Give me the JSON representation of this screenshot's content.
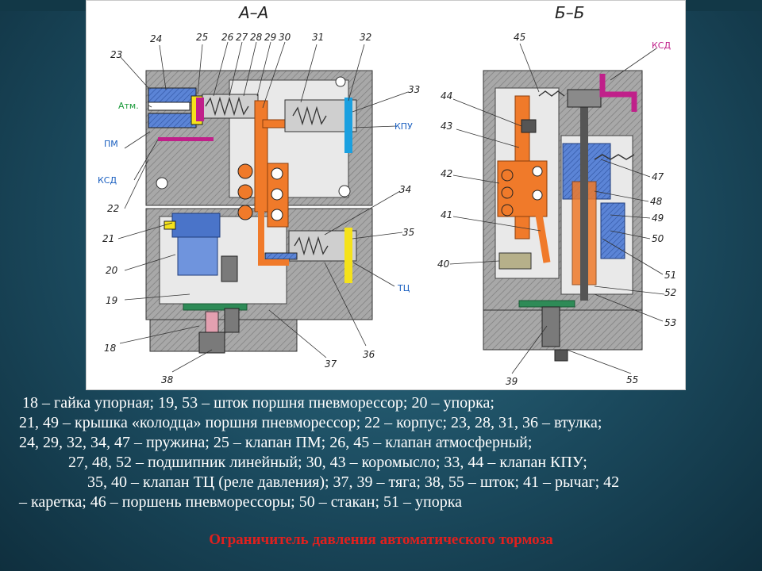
{
  "figure": {
    "section_left_title": "А–А",
    "section_right_title": "Б–Б",
    "left_labels": {
      "l23": "23",
      "l24": "24",
      "l25": "25",
      "l26": "26",
      "l27": "27",
      "l28": "28",
      "l29": "29",
      "l30": "30",
      "l31": "31",
      "l32": "32",
      "l33": "33",
      "l34": "34",
      "l35": "35",
      "l36": "36",
      "l37": "37",
      "l38": "38",
      "l18": "18",
      "l19": "19",
      "l20": "20",
      "l21": "21",
      "l22": "22",
      "atm": "Атм.",
      "pm": "ПМ",
      "ksd": "КСД",
      "kpu": "КПУ",
      "tc": "ТЦ"
    },
    "right_labels": {
      "r45": "45",
      "r44": "44",
      "r43": "43",
      "r42": "42",
      "r41": "41",
      "r40": "40",
      "r39": "39",
      "r47": "47",
      "r48": "48",
      "r49": "49",
      "r50": "50",
      "r51": "51",
      "r52": "52",
      "r53": "53",
      "r55": "55",
      "ksd": "КСД"
    }
  },
  "caption": {
    "line1": "18 – гайка упорная; 19, 53 – шток поршня пневморессор; 20 – упорка;",
    "line2": "21, 49 – крышка «колодца» поршня пневморессор; 22 – корпус; 23, 28, 31, 36 – втулка;",
    "line3": "24, 29, 32, 34, 47 – пружина; 25 – клапан ПМ; 26, 45 – клапан атмосферный;",
    "line4": "27, 48, 52 – подшипник линейный; 30, 43 – коромысло; 33, 44 – клапан КПУ;",
    "line5": "35, 40 – клапан ТЦ (реле давления); 37, 39 – тяга; 38, 55 – шток; 41 – рычаг; 42",
    "line6": "– каретка; 46 – поршень пневморессоры; 50 – стакан; 51 – упорка"
  },
  "title": "Ограничитель давления автоматического тормоза",
  "colors": {
    "background": "#1b4a5e",
    "caption_text": "#ffffff",
    "title_text": "#e0201e",
    "body_gray": "#9a9a9a",
    "blue": "#4a74c9",
    "orange": "#f07a2a",
    "yellow": "#f5e21a",
    "green": "#2e8b57",
    "magenta": "#c0208a",
    "cyan": "#1aa0e0"
  }
}
